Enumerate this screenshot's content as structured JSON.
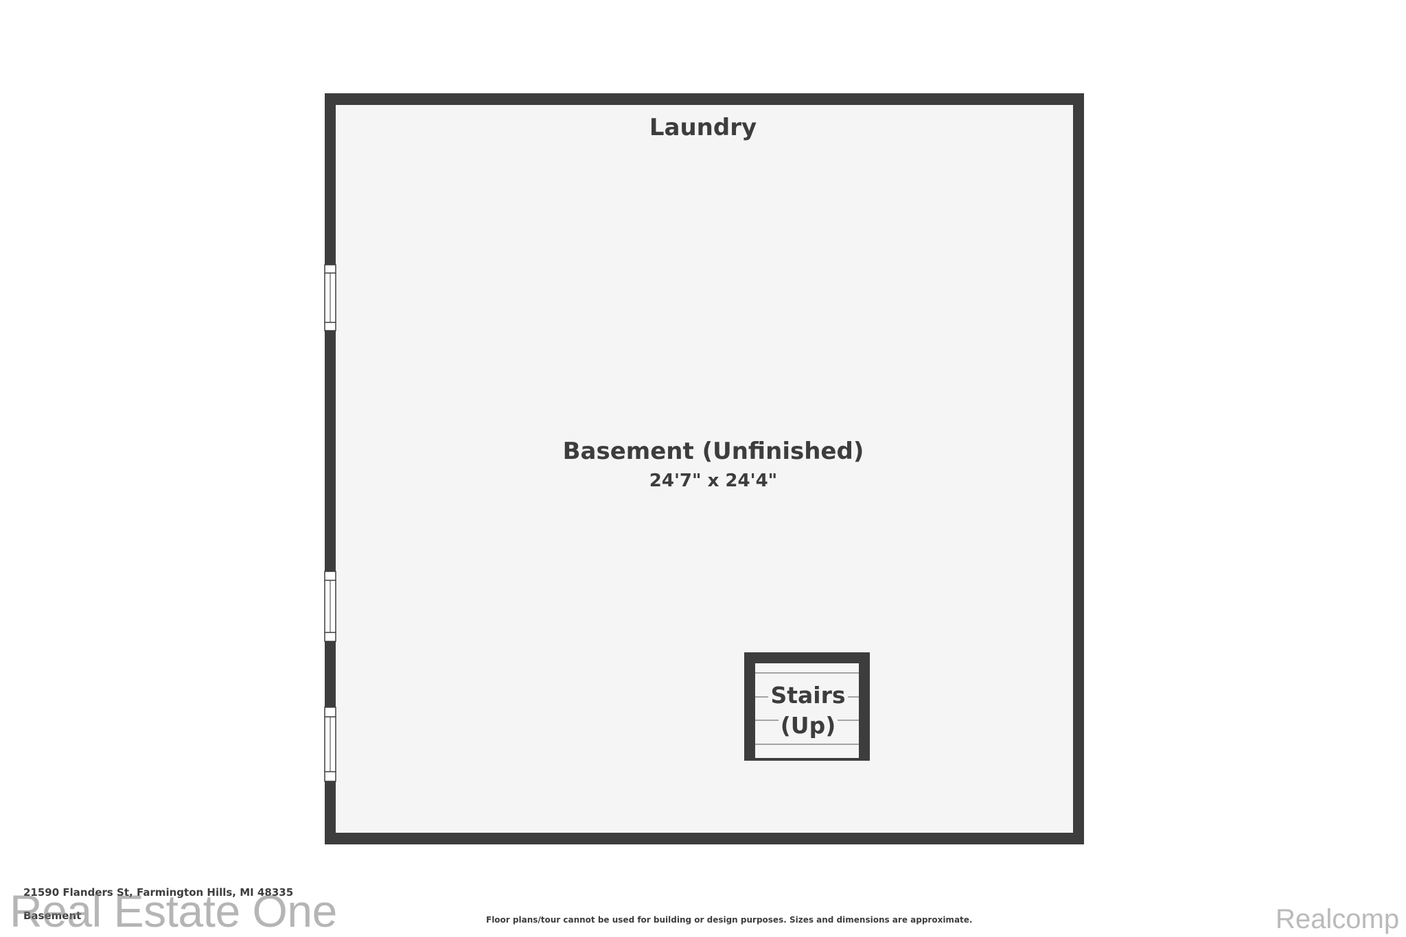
{
  "rooms": {
    "laundry": "Laundry",
    "basement": "Basement (Unfinished)",
    "basement_dims": "24'7\" x 24'4\"",
    "stairs_line1": "Stairs",
    "stairs_line2": "(Up)"
  },
  "footer": {
    "address": "21590 Flanders St, Farmington Hills, MI 48335",
    "floor": "Basement",
    "disclaimer": "Floor plans/tour cannot be used for building or design purposes. Sizes and dimensions are approximate.",
    "watermark_left": "Real Estate One",
    "watermark_right": "Realcomp"
  },
  "colors": {
    "wall": "#3d3d3d",
    "floor": "#f5f5f5",
    "background": "#ffffff",
    "text": "#3d3d3d"
  }
}
